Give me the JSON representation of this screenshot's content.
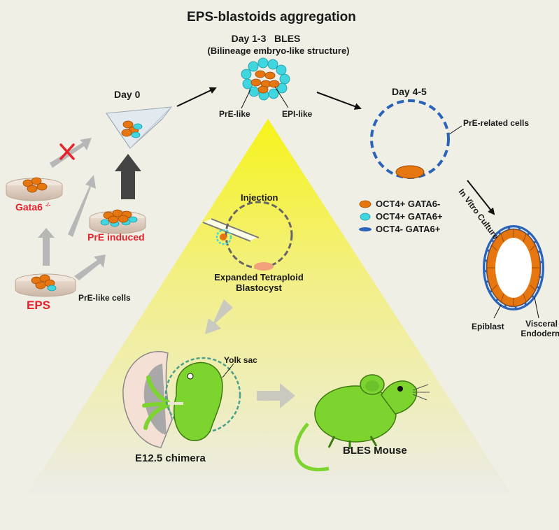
{
  "title": "EPS-blastoids aggregation",
  "left_panel": {
    "day0": "Day 0",
    "gata6": "Gata6",
    "gata6_sup": "-/-",
    "pre_induced": "PrE induced",
    "eps": "EPS",
    "pre_like_cells": "PrE-like cells"
  },
  "bles": {
    "day": "Day 1-3   BLES",
    "subtitle": "(Bilineage embryo-like structure)",
    "pre_like": "PrE-like",
    "epi_like": "EPI-like"
  },
  "right_panel": {
    "day45": "Day 4-5",
    "pre_related": "PrE-related cells",
    "in_vitro": "In Vitro Culture",
    "epiblast": "Epiblast",
    "visceral": "Visceral",
    "endoderm": "Endoderm"
  },
  "legend": [
    {
      "label": "OCT4+ GATA6-",
      "color": "#e6760f"
    },
    {
      "label": "OCT4+ GATA6+",
      "color": "#3fd6e0"
    },
    {
      "label": "OCT4-  GATA6+",
      "color": "#2b63b8"
    }
  ],
  "triangle": {
    "injection": "Injection",
    "expanded": "Expanded Tetraploid",
    "blastocyst": "Blastocyst",
    "yolk_sac": "Yolk sac",
    "chimera": "E12.5 chimera",
    "mouse": "BLES Mouse"
  },
  "colors": {
    "orange": "#e6760f",
    "cyan": "#3fd6e0",
    "blue": "#2b63b8",
    "green": "#7ed42e",
    "red": "#e8202a",
    "yellow": "#f6f31a"
  }
}
